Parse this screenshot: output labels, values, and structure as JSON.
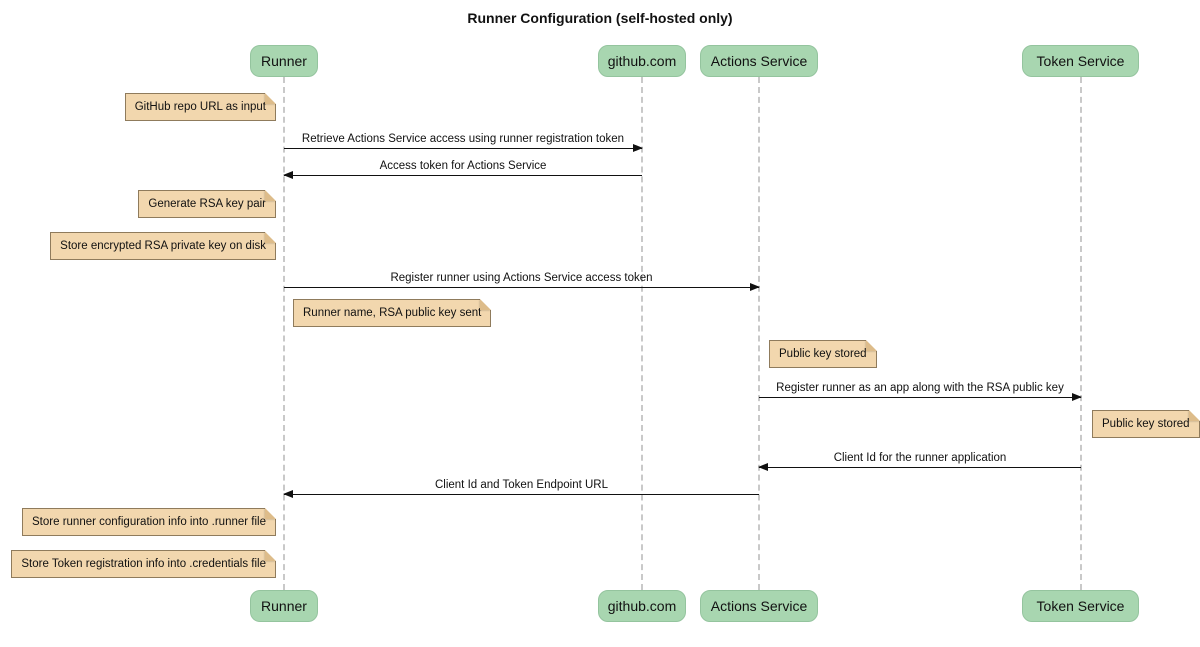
{
  "title": "Runner Configuration (self-hosted only)",
  "colors": {
    "participant_fill": "#A8D6B0",
    "participant_border": "#94C49E",
    "note_fill": "#F2D7AE",
    "note_border": "#8F7B5C",
    "lifeline": "#C9C9C9",
    "arrow": "#111111",
    "background": "#FFFFFF"
  },
  "participants": [
    {
      "label": "Runner"
    },
    {
      "label": "github.com"
    },
    {
      "label": "Actions Service"
    },
    {
      "label": "Token Service"
    }
  ],
  "notes": [
    {
      "text": "GitHub repo URL as input",
      "attached_to": "Runner",
      "side": "left"
    },
    {
      "text": "Generate RSA key pair",
      "attached_to": "Runner",
      "side": "left"
    },
    {
      "text": "Store encrypted RSA private key on disk",
      "attached_to": "Runner",
      "side": "left"
    },
    {
      "text": "Runner name, RSA public key sent",
      "attached_to": "Runner",
      "side": "right"
    },
    {
      "text": "Public key stored",
      "attached_to": "Actions Service",
      "side": "right"
    },
    {
      "text": "Public key stored",
      "attached_to": "Token Service",
      "side": "right"
    },
    {
      "text": "Store runner configuration info into .runner file",
      "attached_to": "Runner",
      "side": "left"
    },
    {
      "text": "Store Token registration info into .credentials file",
      "attached_to": "Runner",
      "side": "left"
    }
  ],
  "messages": [
    {
      "text": "Retrieve Actions Service access using runner registration token",
      "from": "Runner",
      "to": "github.com",
      "direction": "right"
    },
    {
      "text": "Access token for Actions Service",
      "from": "github.com",
      "to": "Runner",
      "direction": "left"
    },
    {
      "text": "Register runner using Actions Service access token",
      "from": "Runner",
      "to": "Actions Service",
      "direction": "right"
    },
    {
      "text": "Register runner as an app along with the RSA public key",
      "from": "Actions Service",
      "to": "Token Service",
      "direction": "right"
    },
    {
      "text": "Client Id for the runner application",
      "from": "Token Service",
      "to": "Actions Service",
      "direction": "left"
    },
    {
      "text": "Client Id and Token Endpoint URL",
      "from": "Actions Service",
      "to": "Runner",
      "direction": "left"
    }
  ]
}
